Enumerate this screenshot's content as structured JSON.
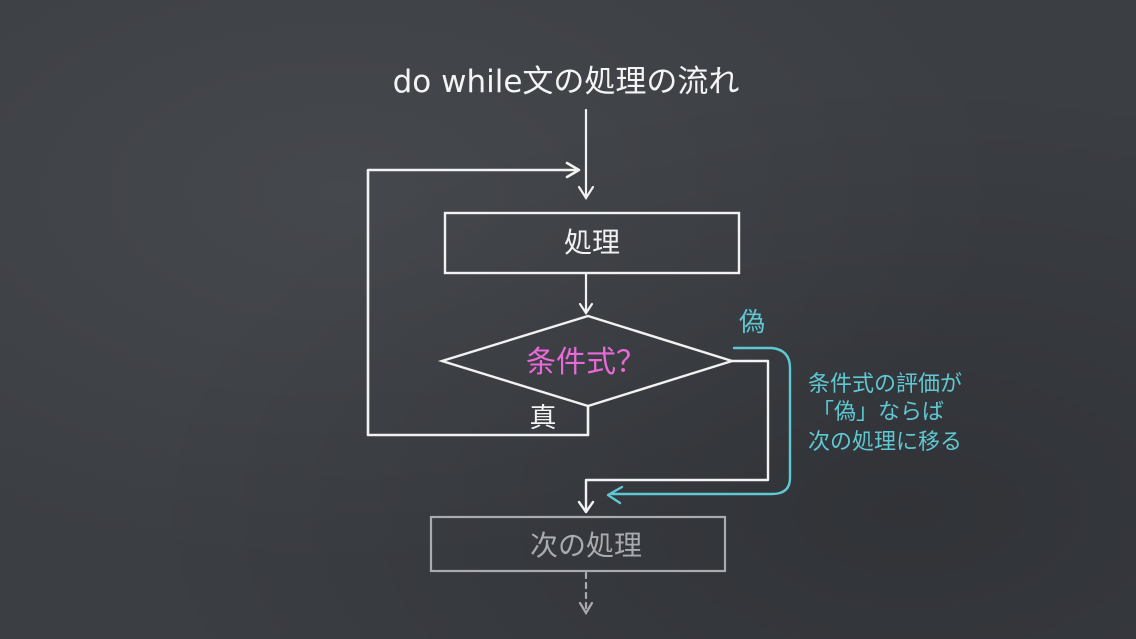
{
  "title": "do  while文の処理の流れ",
  "nodes": {
    "process": "処理",
    "condition": "条件式？",
    "next": "次の処理"
  },
  "edges": {
    "true_label": "真",
    "false_label": "偽"
  },
  "note": {
    "line1": "条件式の評価が",
    "line2": "「偽」ならば",
    "line3": "次の処理に移る"
  },
  "colors": {
    "background": "#3b3e43",
    "chalk": "#f2f2f2",
    "condition": "#e86ad8",
    "false_path": "#5fc8d2",
    "dimmed": "#a9abae"
  }
}
